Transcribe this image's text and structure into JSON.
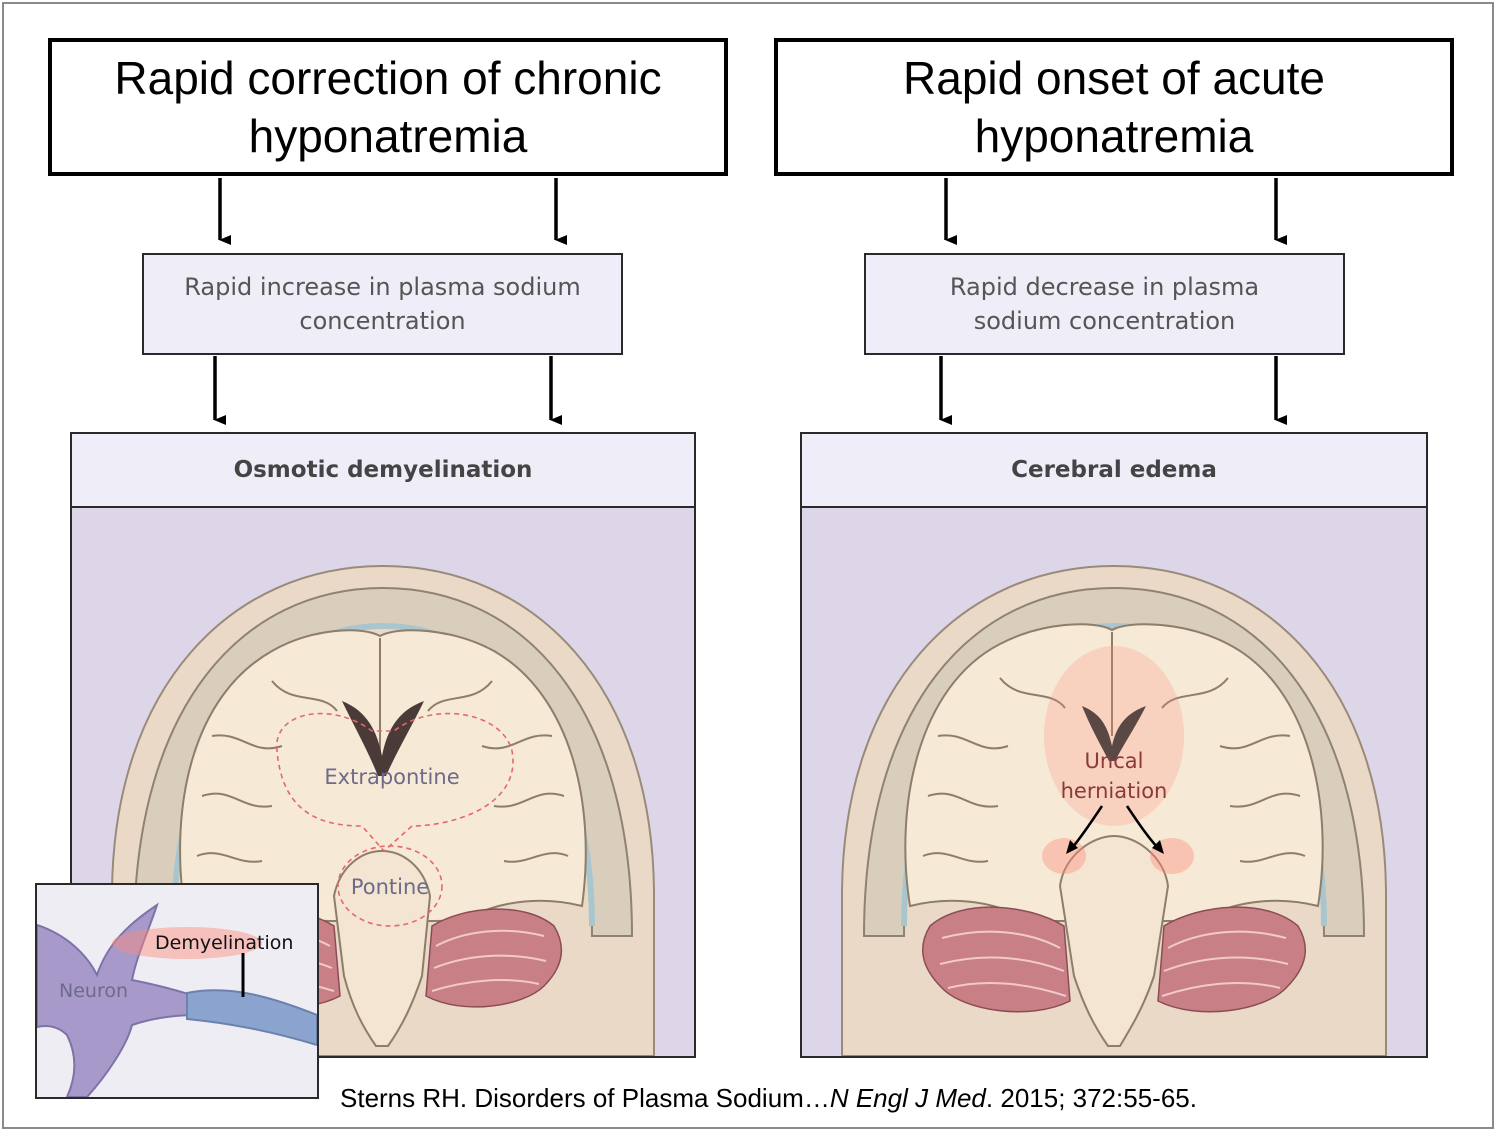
{
  "left": {
    "cause": "Rapid correction of chronic hyponatremia",
    "mechanism": "Rapid increase in plasma sodium concentration",
    "outcome": "Osmotic demyelination",
    "labels": {
      "extrapontine": "Extrapontine",
      "pontine": "Pontine"
    }
  },
  "right": {
    "cause": "Rapid onset of acute hyponatremia",
    "mechanism": "Rapid decrease in plasma sodium concentration",
    "outcome": "Cerebral edema",
    "labels": {
      "herniation_1": "Uncal",
      "herniation_2": "herniation"
    }
  },
  "inset": {
    "neuron": "Neuron",
    "demyelination": "Demyelination"
  },
  "citation": {
    "prefix": "Sterns RH. Disorders of Plasma Sodium…",
    "journal": "N Engl J Med",
    "suffix": ". 2015; 372:55-65."
  },
  "colors": {
    "brain_white_matter": "#f5e8d4",
    "cerebellum": "#c97f86",
    "background_panel": "#dcd6e8",
    "highlight": "#ff6b5e"
  }
}
